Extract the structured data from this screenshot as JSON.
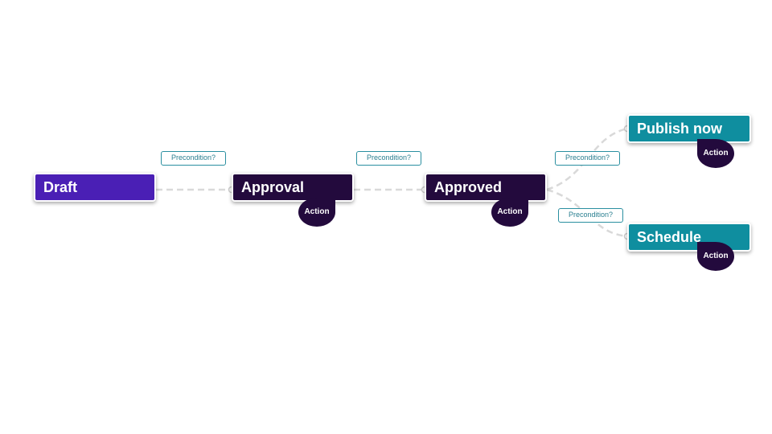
{
  "nodes": {
    "draft": "Draft",
    "approval": "Approval",
    "approved": "Approved",
    "publish_now": "Publish now",
    "schedule": "Schedule"
  },
  "action_label": "Action",
  "precondition_label": "Precondition?",
  "colors": {
    "draft": "#4a1fb5",
    "dark": "#230a3d",
    "teal": "#0f8e9f",
    "connector": "#d9d9d9",
    "precondition_border": "#2a8fa0"
  }
}
